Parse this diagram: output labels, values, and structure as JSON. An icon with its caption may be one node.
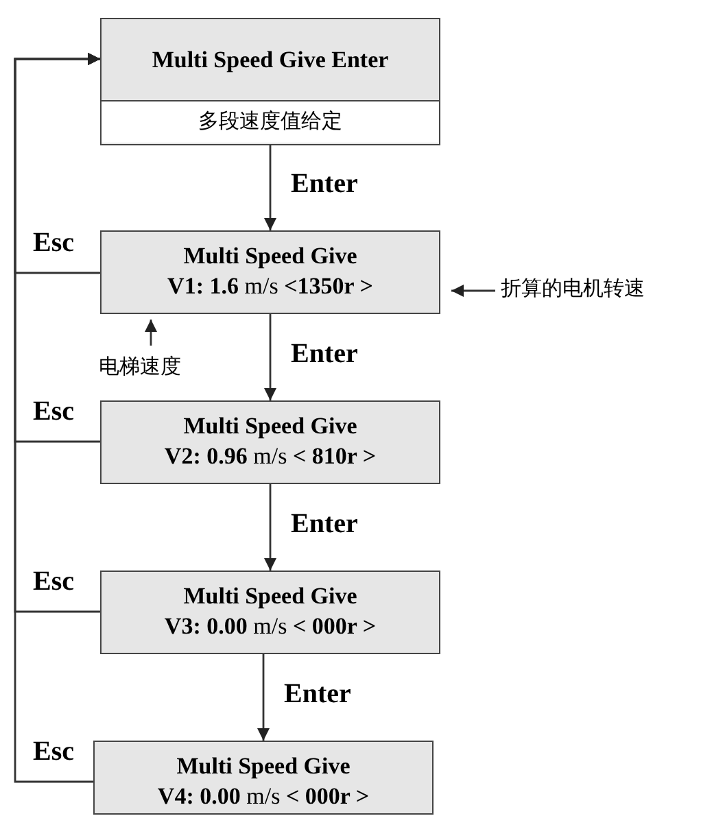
{
  "diagram": {
    "nodes": [
      {
        "text": [
          "Multi Speed Give Enter",
          "多段速度值给定"
        ]
      },
      {
        "text": [
          "Multi Speed Give",
          "**V1: 1.6** m/s **<1350r >**"
        ]
      },
      {
        "text": [
          "Multi Speed Give",
          "**V2: 0.96** m/s **< 810r >**"
        ]
      },
      {
        "text": [
          "Multi Speed Give",
          "**V3: 0.00** m/s **< 000r >**"
        ]
      },
      {
        "text": [
          "Multi Speed Give",
          "**V4: 0.00** m/s **< 000r >**"
        ]
      },
      {
        "text": [
          "折算的电机转速"
        ]
      },
      {
        "text": [
          "电梯速度"
        ]
      }
    ],
    "edges": [
      {
        "from": 0,
        "to": 1,
        "arrow": "to",
        "label": "Enter"
      },
      {
        "from": 1,
        "to": 2,
        "arrow": "to",
        "label": "Enter"
      },
      {
        "from": 2,
        "to": 3,
        "arrow": "to",
        "label": "Enter"
      },
      {
        "from": 3,
        "to": 4,
        "arrow": "to",
        "label": "Enter"
      },
      {
        "from": 1,
        "to": 0,
        "arrow": "to",
        "label": "Esc"
      },
      {
        "from": 2,
        "to": 0,
        "arrow": "to",
        "label": "Esc"
      },
      {
        "from": 3,
        "to": 0,
        "arrow": "to",
        "label": "Esc"
      },
      {
        "from": 4,
        "to": 0,
        "arrow": "to",
        "label": "Esc"
      },
      {
        "from": 5,
        "to": 1,
        "arrow": "to"
      },
      {
        "from": 6,
        "to": 1,
        "arrow": "to"
      }
    ]
  }
}
